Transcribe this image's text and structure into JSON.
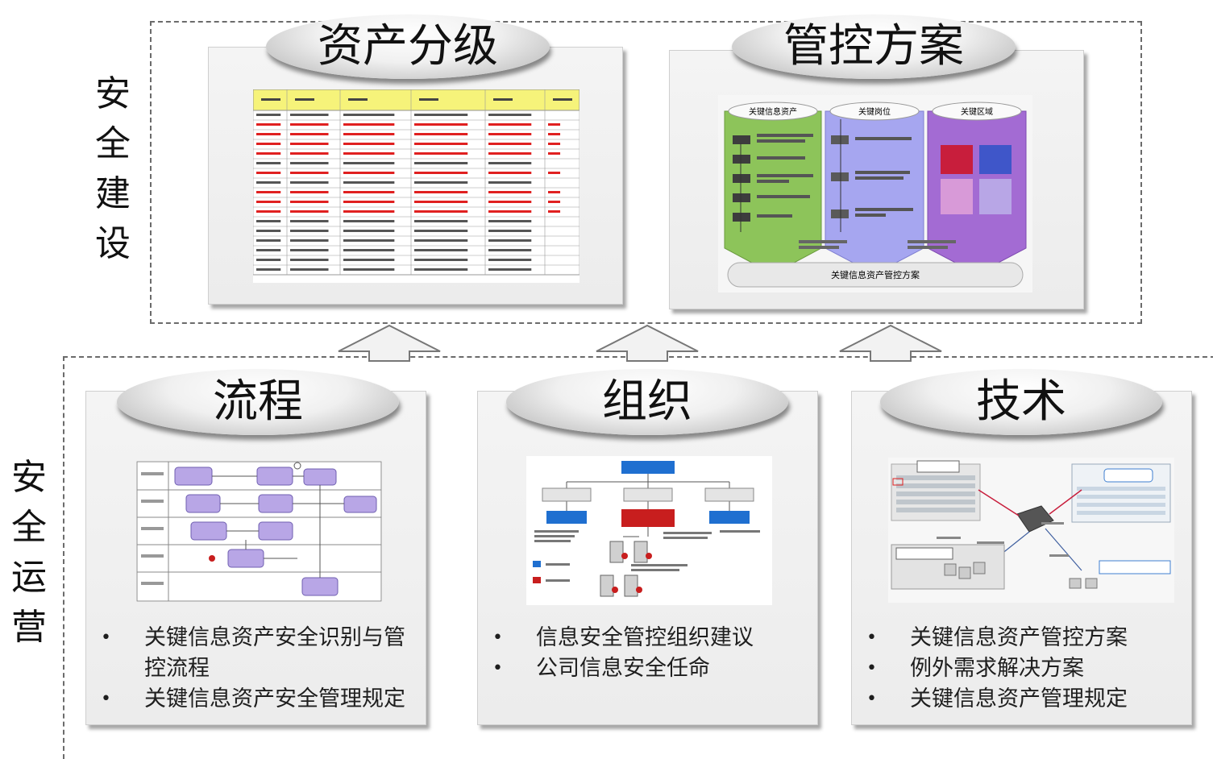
{
  "sections": {
    "build_label": "安\n全\n建\n设",
    "ops_label": "安\n全\n运\n营"
  },
  "cards": {
    "asset": {
      "title": "资产分级"
    },
    "control": {
      "title": "管控方案",
      "columns": [
        "关键信息资产",
        "关键岗位",
        "关键区域"
      ],
      "footer": "关键信息资产管控方案"
    },
    "process": {
      "title": "流程",
      "bullets": [
        "关键信息资产安全识别与管控流程",
        "关键信息资产安全管理规定"
      ]
    },
    "org": {
      "title": "组织",
      "bullets": [
        "信息安全管控组织建议",
        "公司信息安全任命"
      ]
    },
    "tech": {
      "title": "技术",
      "bullets": [
        "关键信息资产管控方案",
        "例外需求解决方案",
        "关键信息资产管理规定"
      ]
    }
  },
  "colors": {
    "table_header": "#f6f37a",
    "table_red": "#e02020",
    "green_column": "#8dc45a",
    "blue_column": "#a6a6f0",
    "purple_column": "#a36bd3",
    "org_blue": "#1f6fd0",
    "org_red": "#c81e1e",
    "swim_box": "#b8a6e6"
  }
}
